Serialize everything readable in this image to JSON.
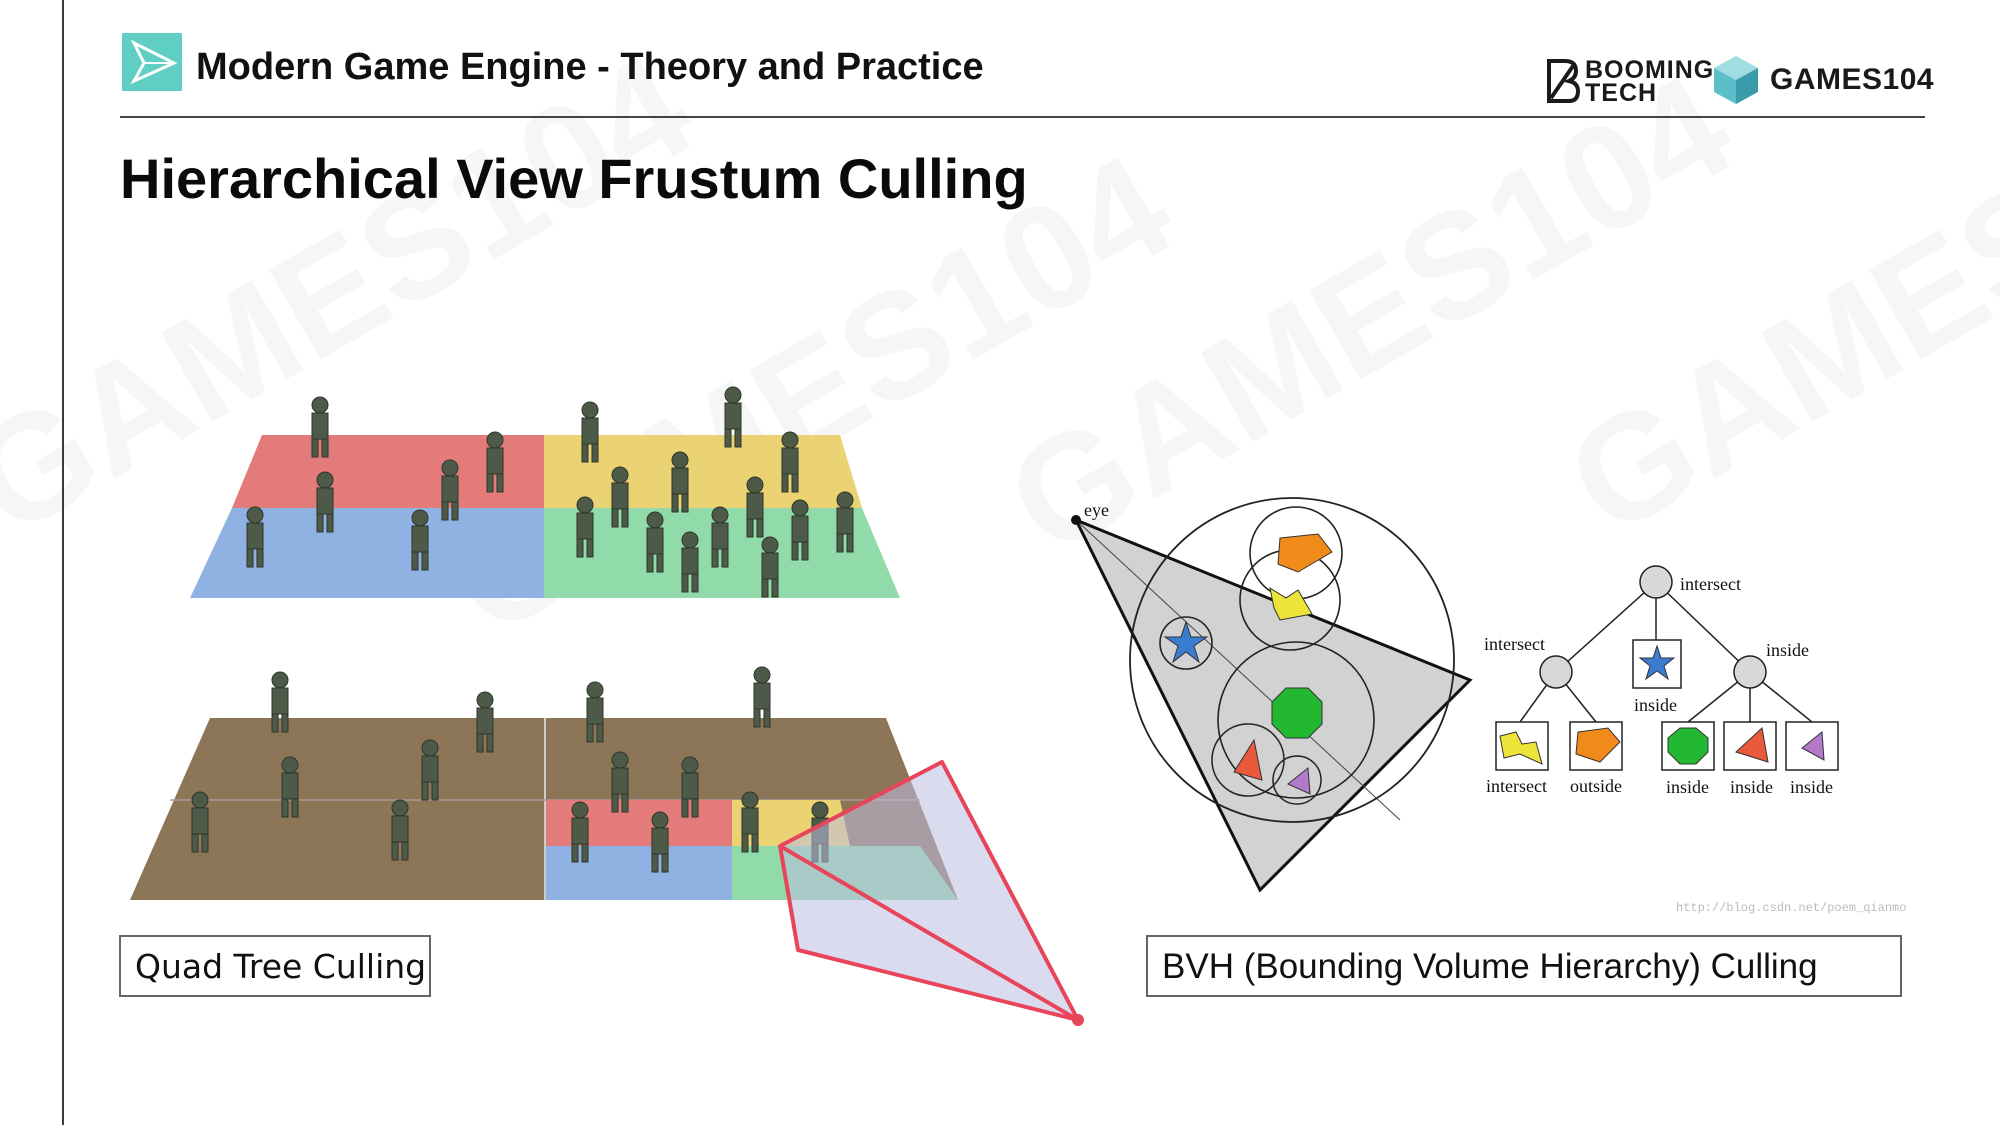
{
  "header": {
    "course_title": "Modern Game Engine - Theory and Practice",
    "logo_booming_line1": "BOOMING",
    "logo_booming_line2": "TECH",
    "logo_games": "GAMES104"
  },
  "slide": {
    "title": "Hierarchical View Frustum Culling"
  },
  "watermark": {
    "text": "GAMES104"
  },
  "left_figure": {
    "caption": "Quad Tree Culling",
    "quad_colors": {
      "red": "#e57373",
      "yellow": "#ecd46a",
      "blue": "#8eb4e3",
      "green": "#8fd9a8",
      "brown": "#8b7355"
    }
  },
  "right_figure": {
    "caption": "BVH (Bounding Volume Hierarchy) Culling",
    "eye_label": "eye",
    "tree": {
      "root": "intersect",
      "left": "intersect",
      "middle": "inside",
      "right": "inside",
      "leaves": [
        "intersect",
        "outside",
        "inside",
        "inside",
        "inside"
      ]
    },
    "source_url": "http://blog.csdn.net/poem_qianmo"
  }
}
